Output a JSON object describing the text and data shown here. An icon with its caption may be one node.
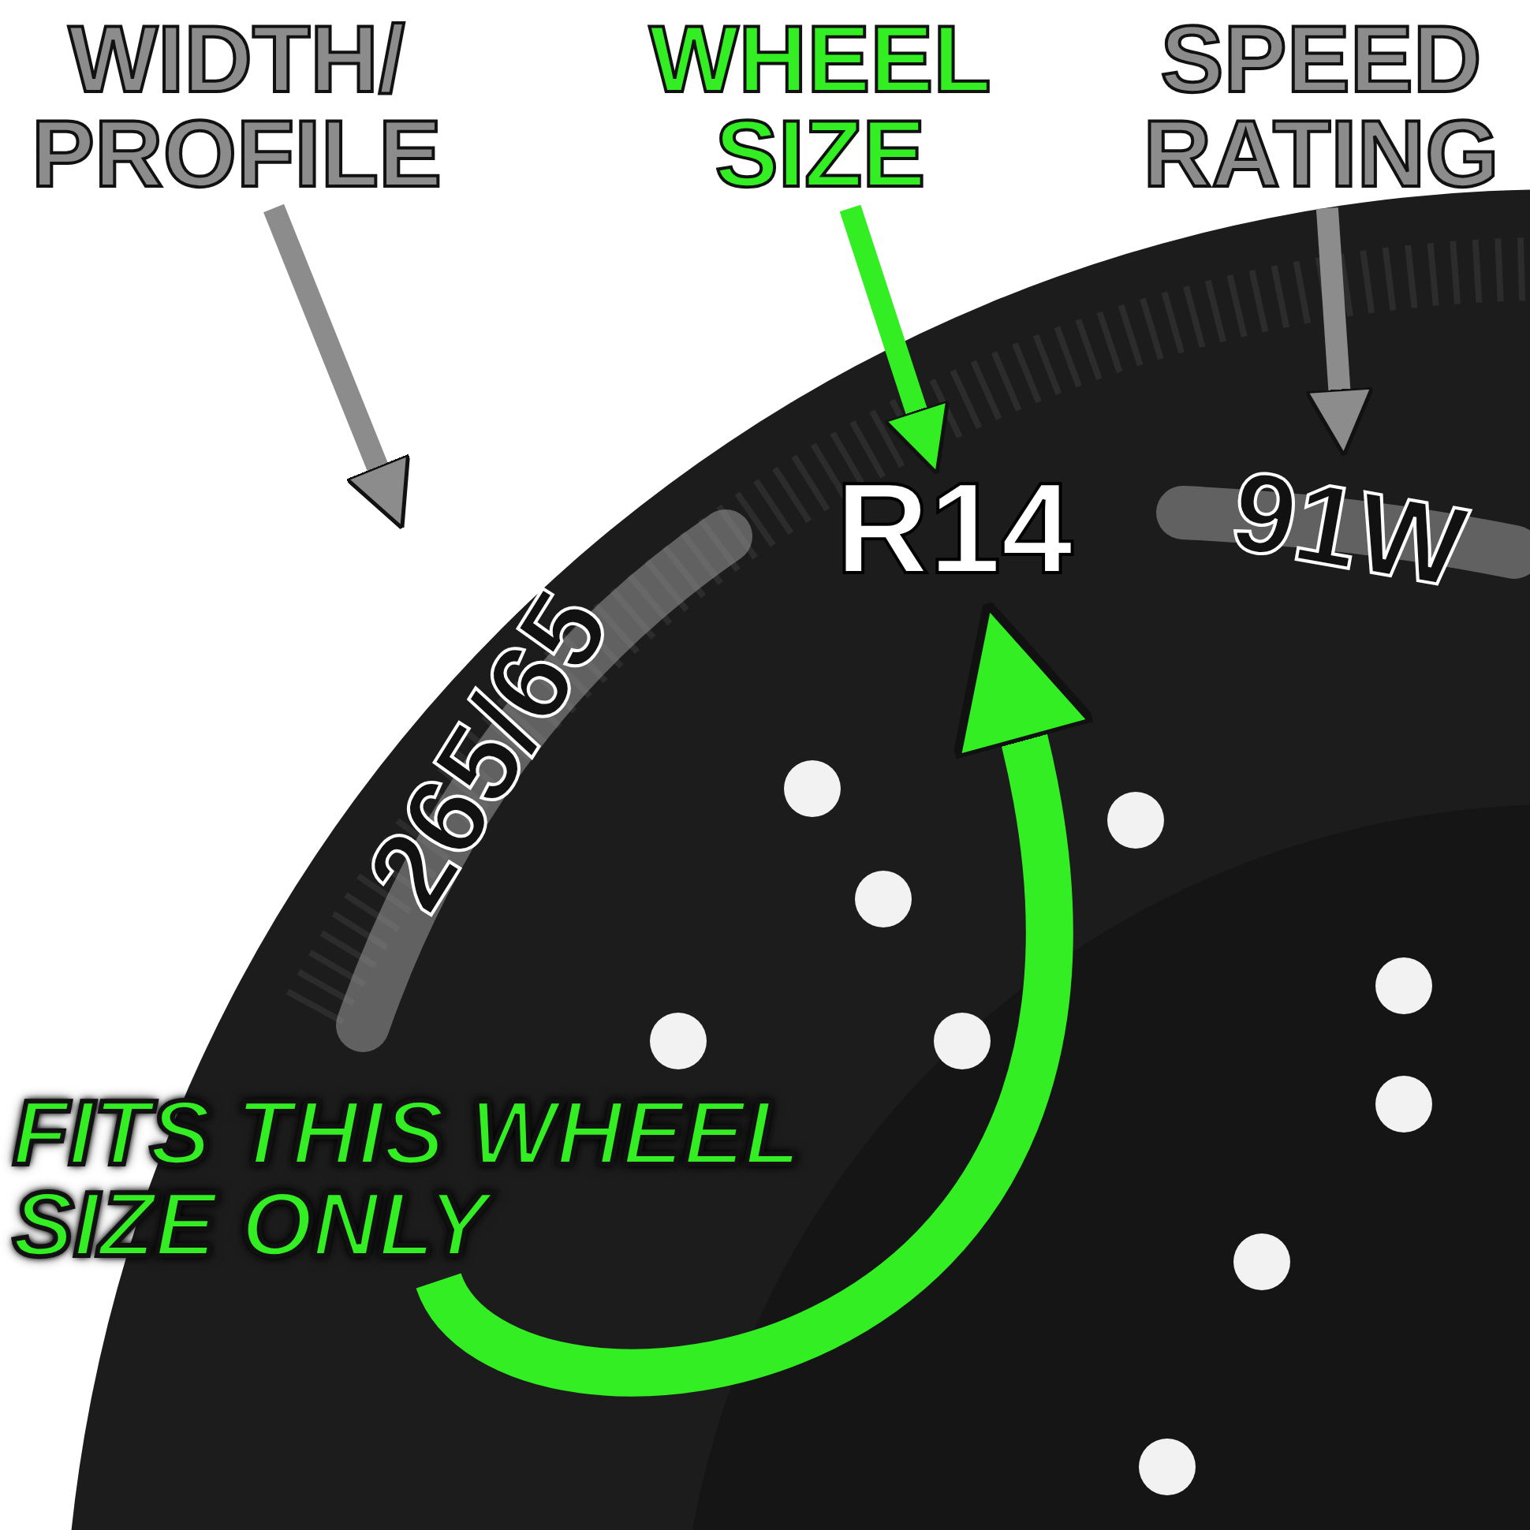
{
  "diagram": {
    "nodes": [
      {
        "text": [
          "WIDTH/ PROFILE"
        ]
      },
      {
        "text": [
          "WHEEL SIZE"
        ]
      },
      {
        "text": [
          "SPEED RATING"
        ]
      },
      {
        "text": [
          "265/65"
        ]
      },
      {
        "text": [
          "R14"
        ]
      },
      {
        "text": [
          "91W"
        ]
      },
      {
        "text": [
          "FITS THIS WHEEL SIZE ONLY"
        ]
      }
    ],
    "edges": [
      {
        "from": 0,
        "to": 3,
        "arrow": "to"
      },
      {
        "from": 1,
        "to": 4,
        "arrow": "to",
        "color": "#33ee22"
      },
      {
        "from": 2,
        "to": 5,
        "arrow": "to"
      },
      {
        "from": 6,
        "to": 4,
        "arrow": "to",
        "style": "thick",
        "color": "#33ee22"
      }
    ]
  }
}
